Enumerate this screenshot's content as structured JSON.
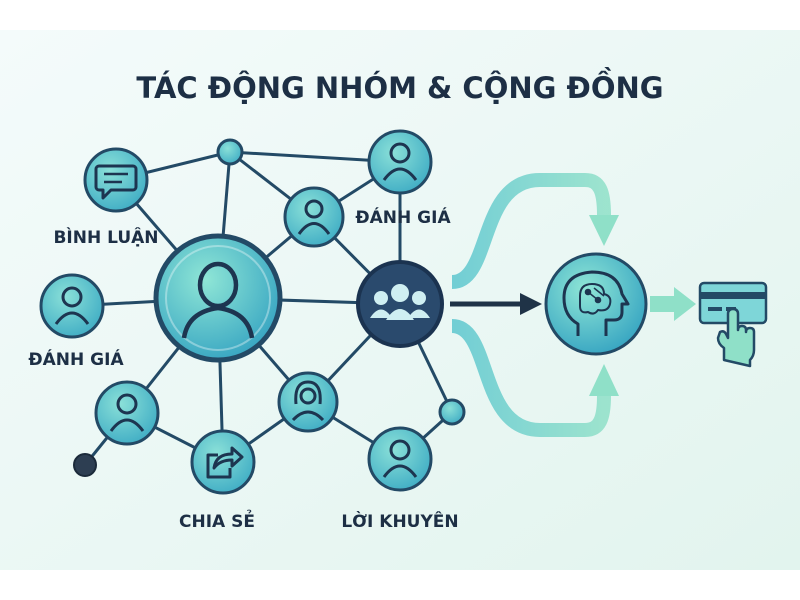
{
  "title": "TÁC ĐỘNG NHÓM & CỘNG ĐỒNG",
  "labels": {
    "comment": "BÌNH LUẬN",
    "review_top": "ĐÁNH GIÁ",
    "review_left": "ĐÁNH GIÁ",
    "share": "CHIA SẺ",
    "advice": "LỜI KHUYÊN"
  },
  "icons": {
    "comment": "chat-bubble-icon",
    "person": "person-icon",
    "female": "female-person-icon",
    "share": "share-icon",
    "group": "group-icon",
    "brain": "brain-head-icon",
    "card": "credit-card-tap-icon"
  },
  "colors": {
    "background": "#eef8f9",
    "node_fill": "#5fc7c8",
    "node_stroke": "#234a66",
    "arrow": "#7fd3d6",
    "text": "#1d2f45"
  }
}
